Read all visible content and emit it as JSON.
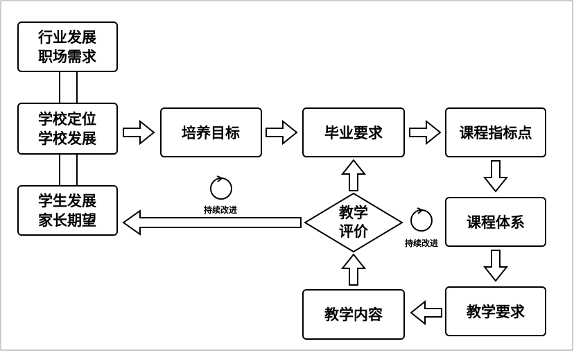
{
  "diagram": {
    "nodes": {
      "industry": {
        "line1": "行业发展",
        "line2": "职场需求"
      },
      "school": {
        "line1": "学校定位",
        "line2": "学校发展"
      },
      "student": {
        "line1": "学生发展",
        "line2": "家长期望"
      },
      "training_goal": "培养目标",
      "graduation_req": "毕业要求",
      "course_points": "课程指标点",
      "course_system": "课程体系",
      "teaching_req": "教学要求",
      "teaching_content": "教学内容",
      "teaching_eval": {
        "line1": "教学",
        "line2": "评价"
      }
    },
    "improve_left": "持续改进",
    "improve_right": "持续改进"
  }
}
